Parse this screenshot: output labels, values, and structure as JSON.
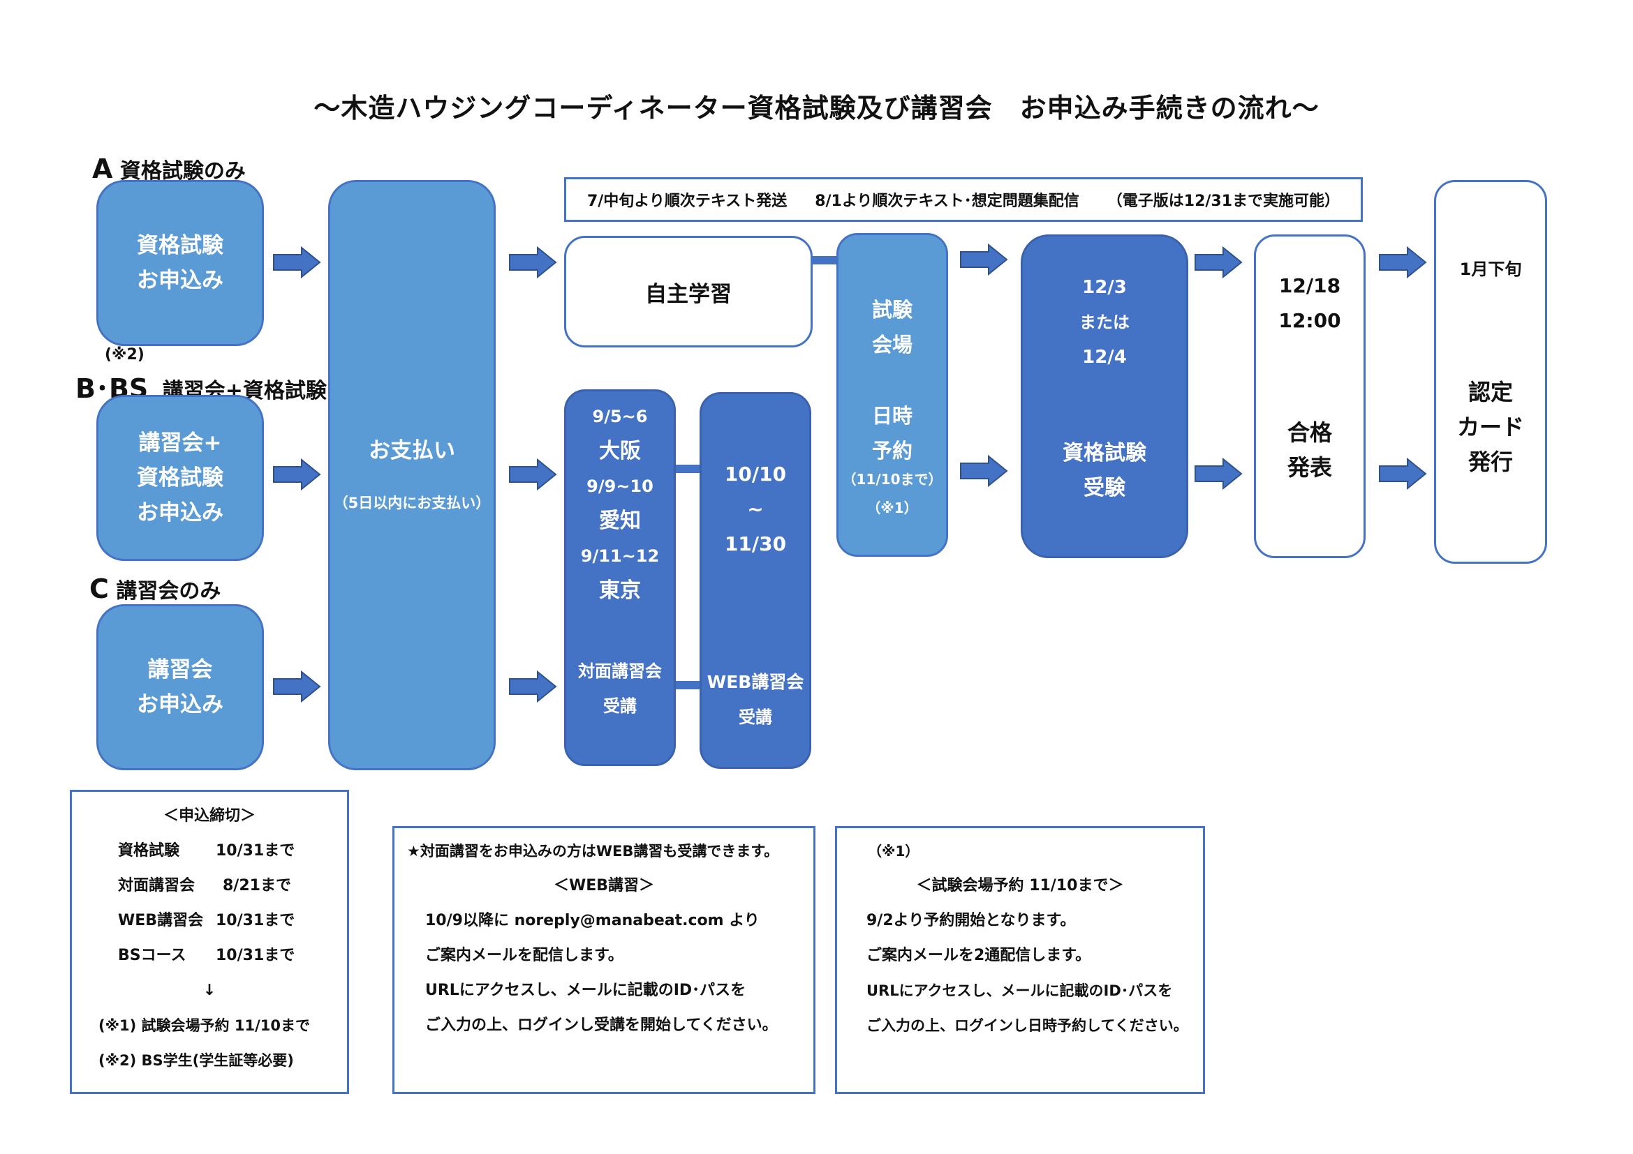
{
  "title": "～木造ハウジングコーディネーター資格試験及び講習会　お申込み手続きの流れ～",
  "labels": {
    "a_letter": "A",
    "a_text": "資格試験のみ",
    "b_note": "(※2)",
    "b_letter": "B･BS",
    "b_text": "講習会+資格試験",
    "c_letter": "C",
    "c_text": "講習会のみ"
  },
  "apply": {
    "a": [
      "資格試験",
      "お申込み"
    ],
    "b": [
      "講習会+",
      "資格試験",
      "お申込み"
    ],
    "c": [
      "講習会",
      "お申込み"
    ]
  },
  "payment": {
    "main": "お支払い",
    "sub": "（5日以内にお支払い）"
  },
  "banner": {
    "part1": "7/中旬より順次テキスト発送",
    "part2": "8/1より順次テキスト･想定問題集配信",
    "part3": "（電子版は12/31まで実施可能）"
  },
  "self_study": "自主学習",
  "face_lecture": {
    "osaka_date": "9/5~6",
    "osaka": "大阪",
    "aichi_date": "9/9~10",
    "aichi": "愛知",
    "tokyo_date": "9/11~12",
    "tokyo": "東京",
    "label1": "対面講習会",
    "label2": "受講"
  },
  "web_lecture": {
    "from": "10/10",
    "tilde": "~",
    "to": "11/30",
    "label1": "WEB講習会",
    "label2": "受講"
  },
  "venue": {
    "line1": "試験",
    "line2": "会場",
    "line3": "日時",
    "line4": "予約",
    "deadline": "（11/10まで）",
    "note": "（※1）"
  },
  "exam": {
    "date1": "12/3",
    "or": "または",
    "date2": "12/4",
    "label1": "資格試験",
    "label2": "受験"
  },
  "result": {
    "date": "12/18",
    "time": "12:00",
    "label1": "合格",
    "label2": "発表"
  },
  "card": {
    "date": "1月下旬",
    "label1": "認定",
    "label2": "カード",
    "label3": "発行"
  },
  "deadline_panel": {
    "heading": "＜申込締切＞",
    "rows": [
      {
        "name": "資格試験",
        "date": "10/31まで"
      },
      {
        "name": "対面講習会",
        "date": "8/21まで"
      },
      {
        "name": "WEB講習会",
        "date": "10/31まで"
      },
      {
        "name": "BSコース",
        "date": "10/31まで"
      }
    ],
    "arrow": "↓",
    "note1": "(※1) 試験会場予約 11/10まで",
    "note2": "(※2) BS学生(学生証等必要)"
  },
  "web_panel": {
    "intro": "★対面講習をお申込みの方はWEB講習も受講できます。",
    "heading": "＜WEB講習＞",
    "line1": "10/9以降に noreply@manabeat.com より",
    "line2": "ご案内メールを配信します。",
    "line3": "URLにアクセスし、メールに記載のID･パスを",
    "line4": "ご入力の上、ログインし受講を開始してください。"
  },
  "venue_panel": {
    "note": "（※1）",
    "heading": "＜試験会場予約 11/10まで＞",
    "line1": "9/2より予約開始となります。",
    "line2": "ご案内メールを2通配信します。",
    "line3": "URLにアクセスし、メールに記載のID･パスを",
    "line4": "ご入力の上、ログインし日時予約してください。"
  },
  "colors": {
    "light_blue": "#5b9bd5",
    "dark_blue": "#4472c4",
    "border": "#4472c4"
  }
}
